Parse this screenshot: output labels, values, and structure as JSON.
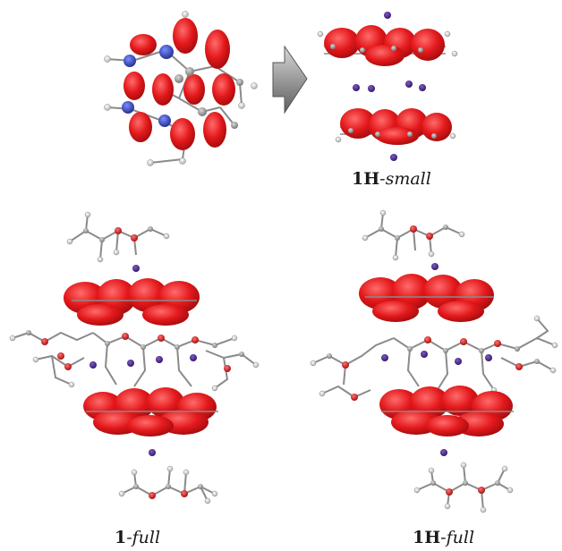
{
  "labels": {
    "small_1h": {
      "bold": "1H",
      "rest": "-small"
    },
    "full_1": {
      "bold": "1",
      "rest": "-full"
    },
    "full_1h": {
      "bold": "1H",
      "rest": "-full"
    }
  },
  "colors": {
    "orbital_red": "#e3181b",
    "nitrogen_blue": "#2c3fb0",
    "potassium_purple": "#4a2a8c",
    "oxygen_red": "#d01010",
    "carbon_gray": "#8a8a8a",
    "hydrogen_white": "#e8e8e8",
    "arrow_gray": "#9a9a9a"
  },
  "icons": {
    "arrow": "right-arrow-icon"
  }
}
